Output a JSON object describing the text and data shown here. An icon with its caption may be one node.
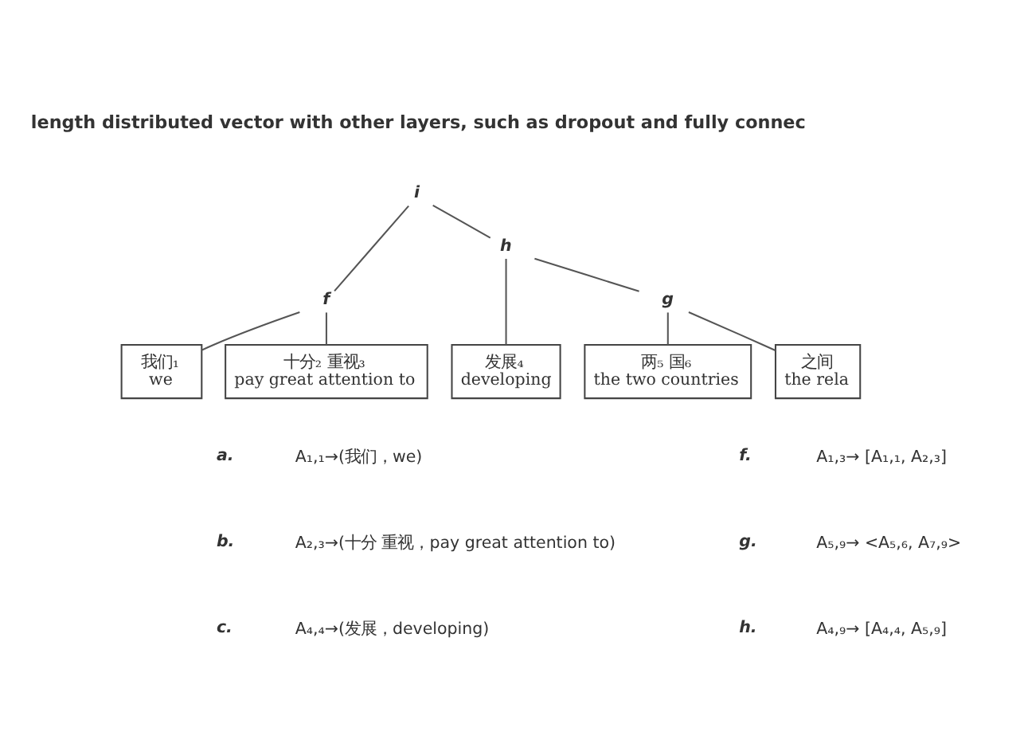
{
  "diagram": {
    "nodes": [
      {
        "text": [
          "i"
        ]
      },
      {
        "text": [
          "h"
        ]
      },
      {
        "text": [
          "f"
        ]
      },
      {
        "text": [
          "g"
        ]
      },
      {
        "text": [
          "我们₁",
          "we"
        ]
      },
      {
        "text": [
          "十分₂ 重视₃",
          "pay great attention to"
        ]
      },
      {
        "text": [
          "发展₄",
          "developing"
        ]
      },
      {
        "text": [
          "两₅ 国₆",
          "the two countries"
        ]
      },
      {
        "text": [
          "之间",
          "the rela"
        ]
      }
    ],
    "edges": [
      {
        "from": 0,
        "to": 2,
        "arrow": "none"
      },
      {
        "from": 0,
        "to": 1,
        "arrow": "none"
      },
      {
        "from": 2,
        "to": 4,
        "arrow": "none"
      },
      {
        "from": 2,
        "to": 5,
        "arrow": "none"
      },
      {
        "from": 1,
        "to": 6,
        "arrow": "none"
      },
      {
        "from": 1,
        "to": 3,
        "arrow": "none"
      },
      {
        "from": 3,
        "to": 7,
        "arrow": "none"
      },
      {
        "from": 3,
        "to": 8,
        "arrow": "none"
      }
    ],
    "labels": [
      "length distributed vector with other layers, such as dropout and fully connec",
      "a.",
      "A₁,₁→(我们，we)",
      "f.",
      "A₁,₃→ [A₁,₁, A₂,₃]",
      "b.",
      "A₂,₃→(十分 重视，pay great attention to)",
      "g.",
      "A₅,₉→ <A₅,₆, A₇,₉>",
      "c.",
      "A₄,₄→(发展，developing)",
      "h.",
      "A₄,₉→ [A₄,₄, A₅,₉]"
    ]
  }
}
